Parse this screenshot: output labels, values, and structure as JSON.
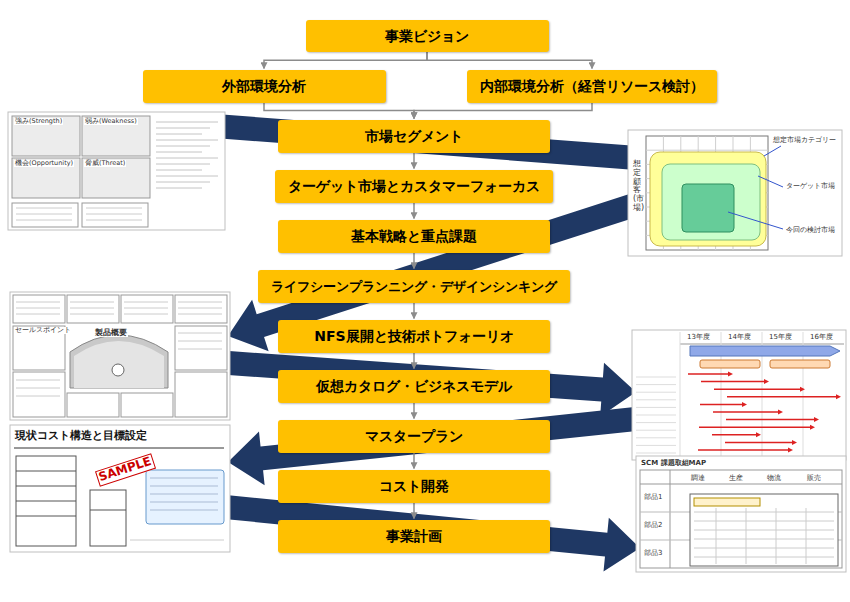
{
  "diagram": {
    "nodes": [
      {
        "text": [
          "事業ビジョン"
        ]
      },
      {
        "text": [
          "外部環境分析"
        ]
      },
      {
        "text": [
          "内部環境分析（経営リソース検討）"
        ]
      },
      {
        "text": [
          "市場セグメント"
        ]
      },
      {
        "text": [
          "ターゲット市場とカスタマーフォーカス"
        ]
      },
      {
        "text": [
          "基本戦略と重点課題"
        ]
      },
      {
        "text": [
          "ライフシーンプランニング・デザインシンキング"
        ]
      },
      {
        "text": [
          "NFS展開と技術ポトフォーリオ"
        ]
      },
      {
        "text": [
          "仮想カタログ・ビジネスモデル"
        ]
      },
      {
        "text": [
          "マスタープラン"
        ]
      },
      {
        "text": [
          "コスト開発"
        ]
      },
      {
        "text": [
          "事業計画"
        ]
      }
    ],
    "edges": [
      {
        "from": 0,
        "to": 1,
        "arrow": "to"
      },
      {
        "from": 0,
        "to": 2,
        "arrow": "to"
      },
      {
        "from": 1,
        "to": 3,
        "arrow": "to"
      },
      {
        "from": 2,
        "to": 3,
        "arrow": "to"
      },
      {
        "from": 3,
        "to": 4,
        "arrow": "to"
      },
      {
        "from": 4,
        "to": 5,
        "arrow": "to"
      },
      {
        "from": 5,
        "to": 6,
        "arrow": "to"
      },
      {
        "from": 6,
        "to": 7,
        "arrow": "to"
      },
      {
        "from": 7,
        "to": 8,
        "arrow": "to"
      },
      {
        "from": 8,
        "to": 9,
        "arrow": "to"
      },
      {
        "from": 9,
        "to": 10,
        "arrow": "to"
      },
      {
        "from": 10,
        "to": 11,
        "arrow": "to"
      }
    ],
    "labels": [
      "強み(Strength)",
      "弱み(Weakness)",
      "機会(Opportunity)",
      "脅威(Threat)",
      "想定市場カテゴリー",
      "ターゲット市場",
      "今回の検討市場",
      "想定顧客(市場)",
      "製品概要",
      "セールスポイント",
      "13年度",
      "14年度",
      "15年度",
      "16年度",
      "現状コスト構造と目標設定",
      "SAMPLE",
      "SCM 課題取組MAP",
      "調達",
      "生産",
      "物流",
      "販売",
      "部品1",
      "部品2",
      "部品3"
    ]
  }
}
